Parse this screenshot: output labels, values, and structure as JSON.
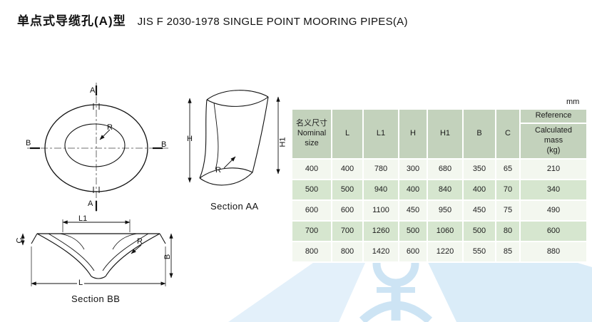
{
  "header": {
    "title_cn": "单点式导缆孔(A)型",
    "title_en": "JIS F 2030-1978 SINGLE POINT MOORING PIPES(A)"
  },
  "drawings": {
    "front": {
      "a_top": "A",
      "a_bottom": "A",
      "b_left": "B",
      "b_right": "B",
      "r": "R"
    },
    "section_aa": {
      "caption": "Section AA",
      "h": "H",
      "h1": "H1",
      "r": "R"
    },
    "section_bb": {
      "caption": "Section BB",
      "l1": "L1",
      "l": "L",
      "c": "C",
      "b": "B",
      "r": "R"
    }
  },
  "table": {
    "unit": "mm",
    "col_headers": {
      "nominal": "名义尺寸\nNominal\nsize",
      "l": "L",
      "l1": "L1",
      "h": "H",
      "h1": "H1",
      "b": "B",
      "c": "C",
      "reference": "Reference",
      "mass": "Calculated\nmass\n(kg)"
    },
    "rows": [
      [
        "400",
        "400",
        "780",
        "300",
        "680",
        "350",
        "65",
        "210"
      ],
      [
        "500",
        "500",
        "940",
        "400",
        "840",
        "400",
        "70",
        "340"
      ],
      [
        "600",
        "600",
        "1100",
        "450",
        "950",
        "450",
        "75",
        "490"
      ],
      [
        "700",
        "700",
        "1260",
        "500",
        "1060",
        "500",
        "80",
        "600"
      ],
      [
        "800",
        "800",
        "1420",
        "600",
        "1220",
        "550",
        "85",
        "880"
      ]
    ]
  },
  "colors": {
    "table_header_green": "#c3d2bc",
    "row_light": "#f3f7ef",
    "row_green": "#d6e6cf",
    "watermark_blue": "#cde4f4"
  }
}
